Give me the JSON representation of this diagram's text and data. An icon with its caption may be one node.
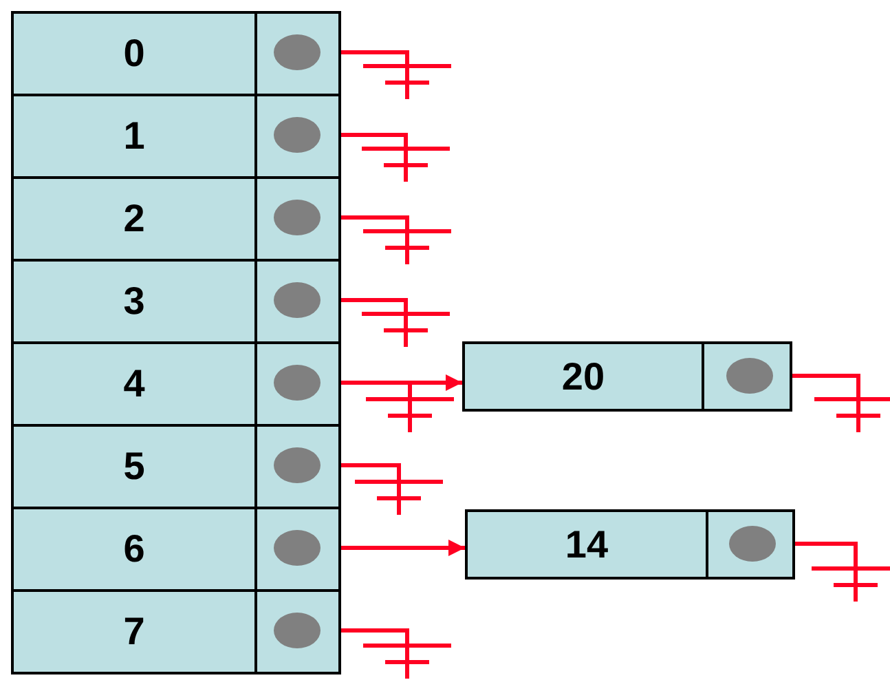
{
  "diagram": {
    "nodes": [
      {
        "text": [
          "0"
        ]
      },
      {
        "text": [],
        "shape": "circle",
        "in": 0
      },
      {
        "text": [
          "1"
        ]
      },
      {
        "text": [],
        "shape": "circle",
        "in": 2
      },
      {
        "text": [
          "2"
        ]
      },
      {
        "text": [],
        "shape": "circle",
        "in": 4
      },
      {
        "text": [
          "3"
        ]
      },
      {
        "text": [],
        "shape": "circle",
        "in": 6
      },
      {
        "text": [
          "4"
        ]
      },
      {
        "text": [],
        "shape": "circle",
        "in": 8
      },
      {
        "text": [
          "5"
        ]
      },
      {
        "text": [],
        "shape": "circle",
        "in": 10
      },
      {
        "text": [
          "6"
        ]
      },
      {
        "text": [],
        "shape": "circle",
        "in": 12
      },
      {
        "text": [
          "7"
        ]
      },
      {
        "text": [],
        "shape": "circle",
        "in": 14
      },
      {
        "text": [
          "20"
        ]
      },
      {
        "text": [],
        "shape": "circle",
        "in": 16
      },
      {
        "text": [
          "14"
        ]
      },
      {
        "text": [],
        "shape": "circle",
        "in": 18
      },
      {
        "text": [],
        "shape": "ground"
      },
      {
        "text": [],
        "shape": "ground"
      },
      {
        "text": [],
        "shape": "ground"
      },
      {
        "text": [],
        "shape": "ground"
      },
      {
        "text": [],
        "shape": "ground"
      },
      {
        "text": [],
        "shape": "ground"
      },
      {
        "text": [],
        "shape": "ground"
      },
      {
        "text": [],
        "shape": "ground"
      },
      {
        "text": [],
        "shape": "ground"
      }
    ],
    "edges": [
      {
        "from": 1,
        "to": 20,
        "arrow": "none"
      },
      {
        "from": 3,
        "to": 21,
        "arrow": "none"
      },
      {
        "from": 5,
        "to": 22,
        "arrow": "none"
      },
      {
        "from": 7,
        "to": 23,
        "arrow": "none"
      },
      {
        "from": 9,
        "to": 16,
        "arrow": "to"
      },
      {
        "from": 9,
        "to": 24,
        "arrow": "none"
      },
      {
        "from": 11,
        "to": 26,
        "arrow": "none"
      },
      {
        "from": 13,
        "to": 18,
        "arrow": "to"
      },
      {
        "from": 15,
        "to": 28,
        "arrow": "none"
      },
      {
        "from": 17,
        "to": 25,
        "arrow": "none"
      },
      {
        "from": 19,
        "to": 27,
        "arrow": "none"
      }
    ]
  }
}
